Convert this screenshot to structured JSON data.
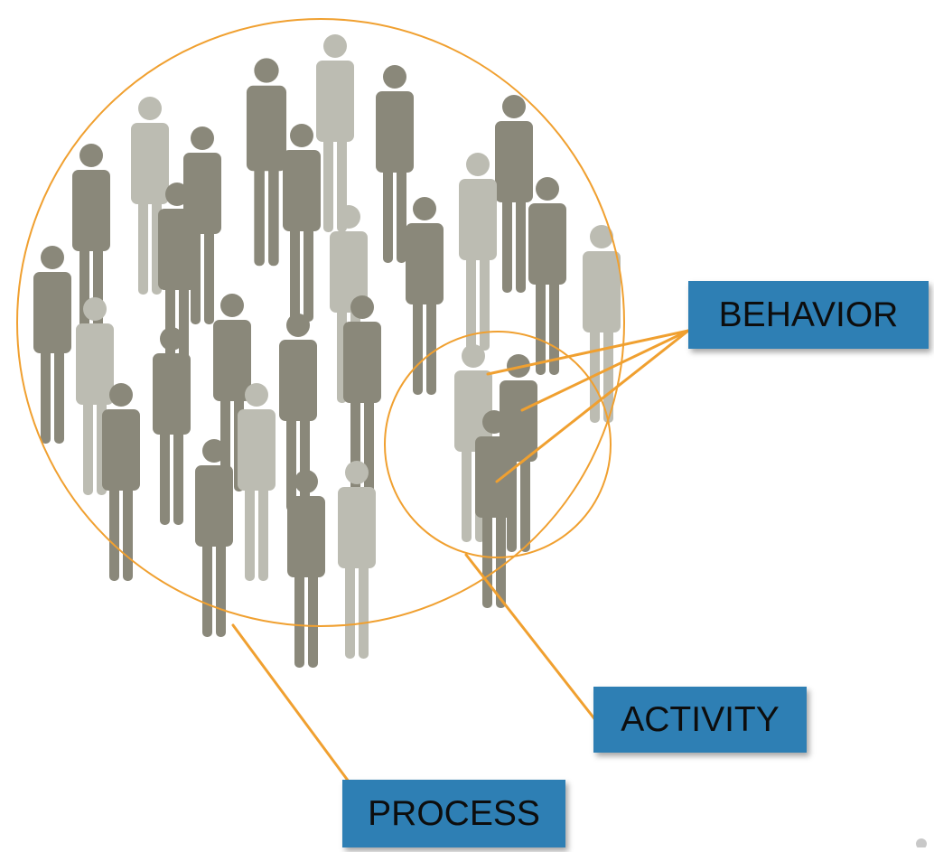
{
  "labels": {
    "behavior": "BEHAVIOR",
    "activity": "ACTIVITY",
    "process": "PROCESS"
  },
  "colors": {
    "outline": "#f0a030",
    "connector": "#f0a030",
    "person_dark": "#8a887a",
    "person_light": "#bcbcb2",
    "label_background": "#2e7fb4",
    "label_text": "#0d0d0d"
  },
  "people": {
    "inside_large_circle": 27,
    "inside_small_circle": 3,
    "shades": [
      "dark",
      "light"
    ]
  },
  "shapes": {
    "large_circle": "process-group",
    "small_circle": "activity-group",
    "icon": "person-icon"
  }
}
